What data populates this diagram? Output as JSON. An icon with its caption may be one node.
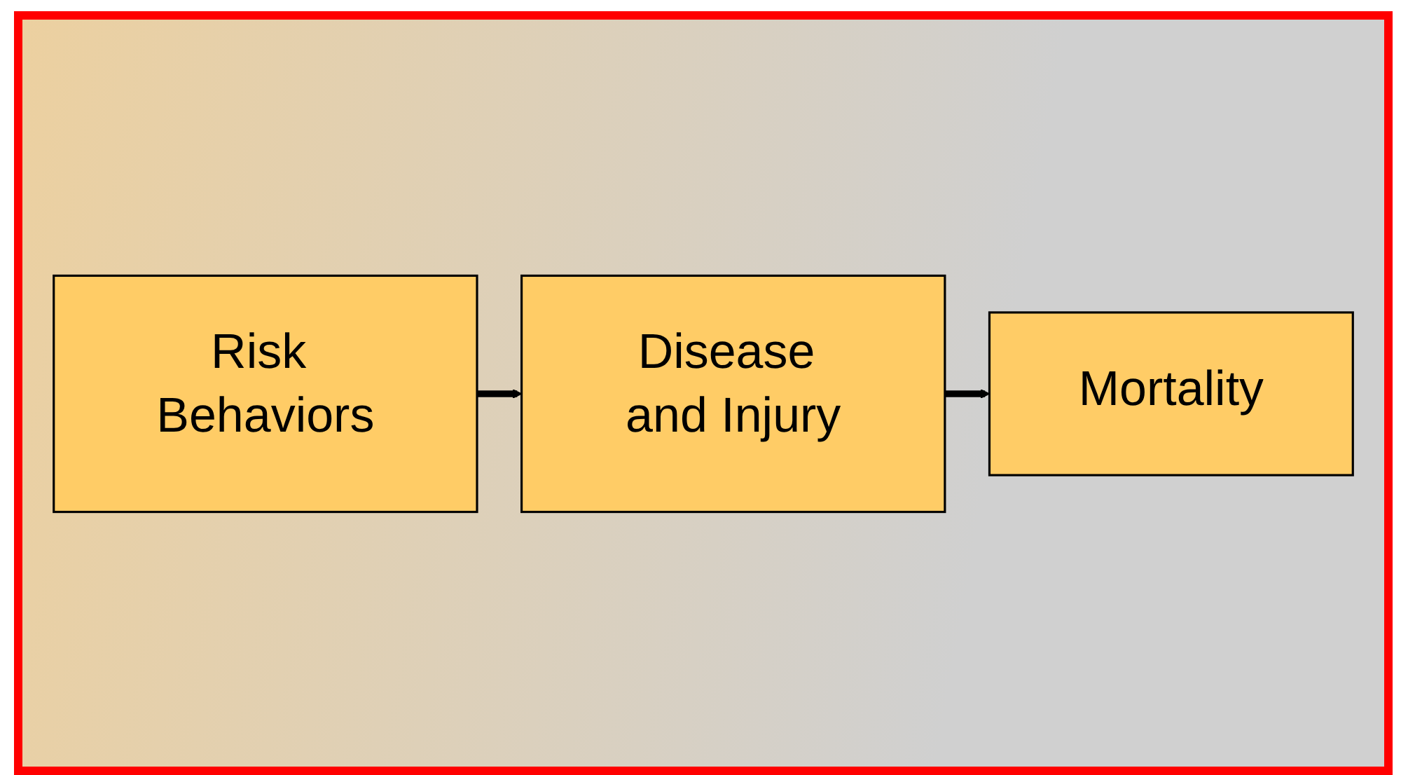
{
  "diagram": {
    "nodes": [
      {
        "text": [
          "Risk Behaviors"
        ]
      },
      {
        "text": [
          "Disease and Injury"
        ]
      },
      {
        "text": [
          "Mortality"
        ]
      }
    ],
    "edges": [
      {
        "from": 0,
        "to": 1,
        "arrow": "to"
      },
      {
        "from": 1,
        "to": 2,
        "arrow": "to"
      }
    ]
  }
}
